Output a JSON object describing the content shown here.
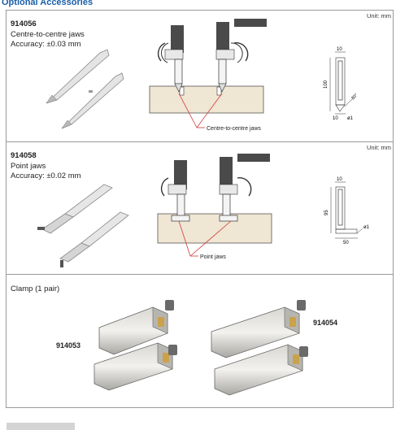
{
  "header": {
    "title": "Optional Accessories"
  },
  "accessories": [
    {
      "code": "914056",
      "name": "Centre-to-centre jaws",
      "accuracy": "Accuracy: ±0.03 mm",
      "unit": "Unit: mm",
      "callout": "Centre-to-centre jaws",
      "dims": {
        "width_top": "10",
        "height": "100",
        "width_bottom": "10",
        "tip_dia": "ø1",
        "angle": "30°"
      }
    },
    {
      "code": "914058",
      "name": "Point jaws",
      "accuracy": "Accuracy: ±0.02 mm",
      "unit": "Unit: mm",
      "callout": "Point jaws",
      "dims": {
        "width_top": "10",
        "height": "95",
        "width_bottom": "50",
        "tip_dia": "ø1"
      }
    }
  ],
  "clamp": {
    "title": "Clamp (1 pair)",
    "items": [
      {
        "code": "914053"
      },
      {
        "code": "914054"
      }
    ]
  },
  "colors": {
    "heading": "#1a5fa8",
    "callout_line": "#d23a3a",
    "block": "#efe6d3",
    "border": "#9a9a9a"
  }
}
